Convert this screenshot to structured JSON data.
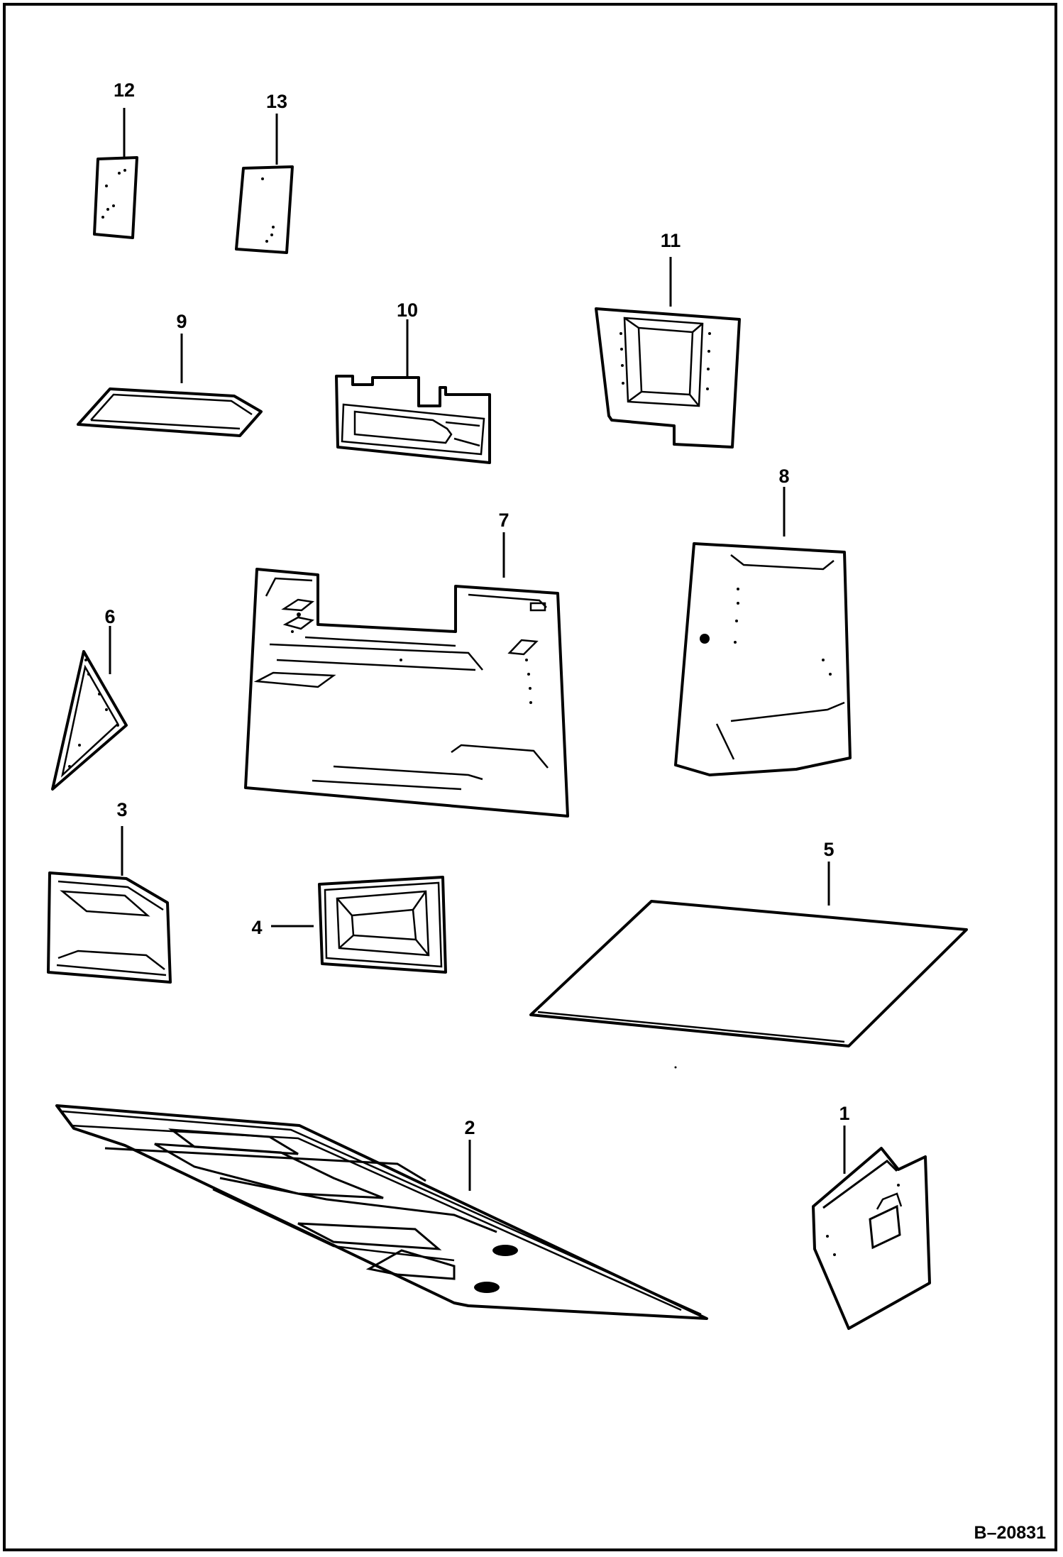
{
  "diagram": {
    "drawing_number": "B–20831",
    "parts": [
      {
        "id": "part-1",
        "callout": "1"
      },
      {
        "id": "part-2",
        "callout": "2"
      },
      {
        "id": "part-3",
        "callout": "3"
      },
      {
        "id": "part-4",
        "callout": "4"
      },
      {
        "id": "part-5",
        "callout": "5"
      },
      {
        "id": "part-6",
        "callout": "6"
      },
      {
        "id": "part-7",
        "callout": "7"
      },
      {
        "id": "part-8",
        "callout": "8"
      },
      {
        "id": "part-9",
        "callout": "9"
      },
      {
        "id": "part-10",
        "callout": "10"
      },
      {
        "id": "part-11",
        "callout": "11"
      },
      {
        "id": "part-12",
        "callout": "12"
      },
      {
        "id": "part-13",
        "callout": "13"
      }
    ]
  }
}
